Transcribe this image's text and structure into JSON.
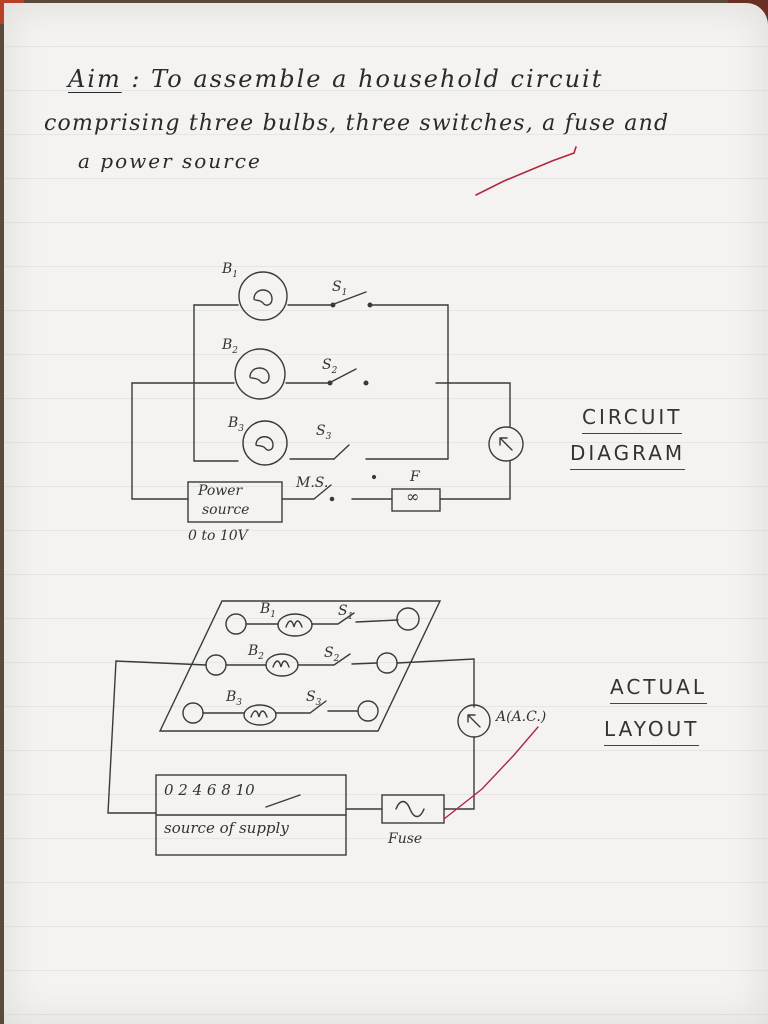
{
  "aim": {
    "label": "Aim",
    "sep": ":",
    "line1": "To assemble a household circuit",
    "line2": "comprising three bulbs, three switches, a fuse and",
    "line3": "a power source"
  },
  "circuit": {
    "heading_line1": "CIRCUIT",
    "heading_line2": "DIAGRAM",
    "bulb1": "B",
    "bulb1_sub": "1",
    "bulb2": "B",
    "bulb2_sub": "2",
    "bulb3": "B",
    "bulb3_sub": "3",
    "switch1": "S",
    "switch1_sub": "1",
    "switch2": "S",
    "switch2_sub": "2",
    "switch3": "S",
    "switch3_sub": "3",
    "main_switch": "M.S.",
    "fuse": "F",
    "fuse_symbol": "∞",
    "power_line1": "Power",
    "power_line2": "source",
    "range": "0 to 10V"
  },
  "layout": {
    "heading_line1": "ACTUAL",
    "heading_line2": "LAYOUT",
    "bulb1": "B",
    "bulb1_sub": "1",
    "bulb2": "B",
    "bulb2_sub": "2",
    "bulb3": "B",
    "bulb3_sub": "3",
    "switch1": "S",
    "switch1_sub": "1",
    "switch2": "S",
    "switch2_sub": "2",
    "switch3": "S",
    "switch3_sub": "3",
    "ammeter": "A(A.C.)",
    "scale": "0 2 4 6 8 10",
    "supply": "source of supply",
    "fuse": "Fuse"
  },
  "colors": {
    "pencil": "#3a3a3a",
    "tick": "#b02840"
  }
}
